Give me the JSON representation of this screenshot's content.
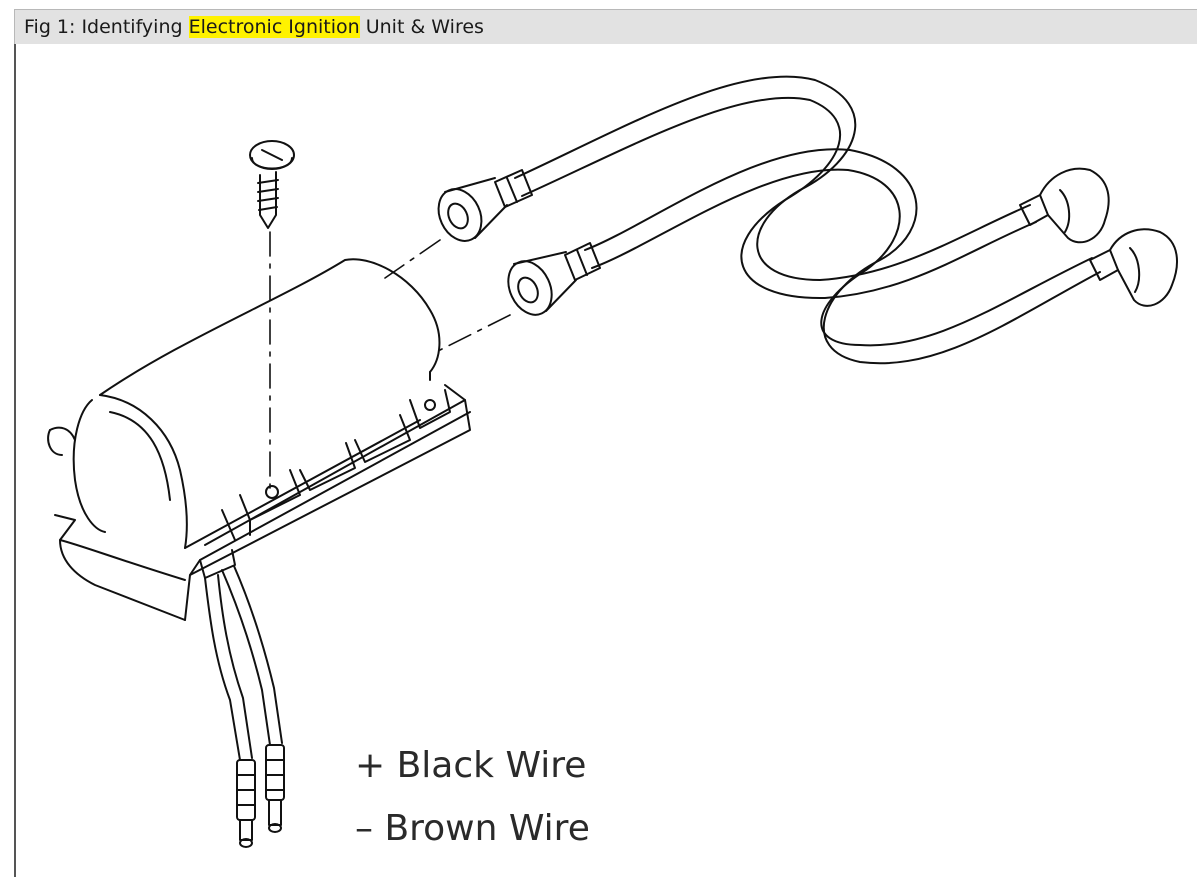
{
  "figure": {
    "caption_prefix": "Fig 1: Identifying ",
    "caption_highlight": "Electronic Ignition",
    "caption_suffix": " Unit & Wires",
    "highlight_color": "#fff200"
  },
  "legend": {
    "black_wire": "+ Black Wire",
    "brown_wire": "– Brown Wire"
  }
}
